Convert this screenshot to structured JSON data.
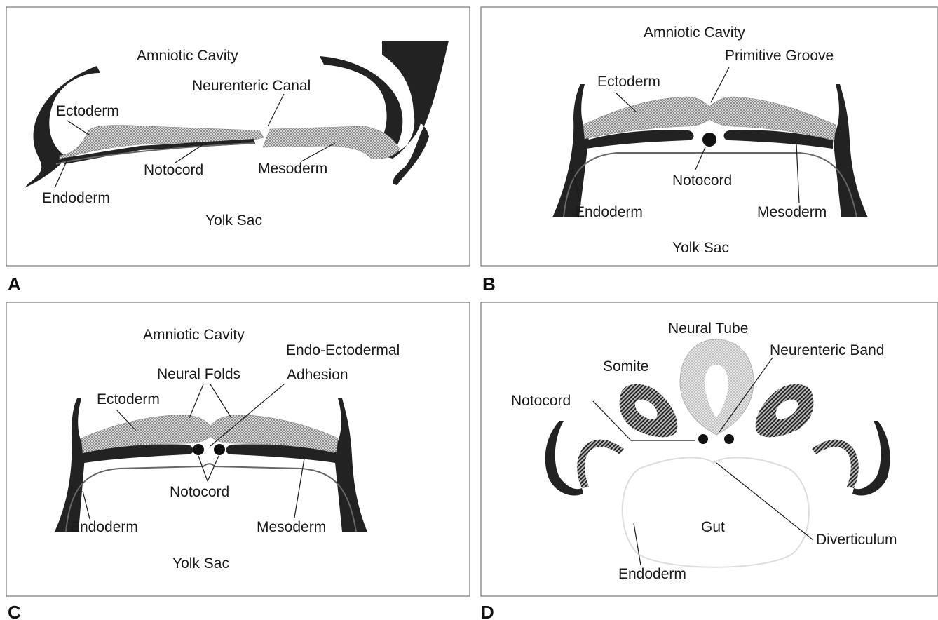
{
  "panels": {
    "a": {
      "letter": "A",
      "labels": {
        "amniotic_cavity": "Amniotic Cavity",
        "neurenteric_canal": "Neurenteric Canal",
        "ectoderm": "Ectoderm",
        "notocord": "Notocord",
        "mesoderm": "Mesoderm",
        "endoderm": "Endoderm",
        "yolk_sac": "Yolk Sac"
      }
    },
    "b": {
      "letter": "B",
      "labels": {
        "amniotic_cavity": "Amniotic Cavity",
        "primitive_groove": "Primitive Groove",
        "ectoderm": "Ectoderm",
        "notocord": "Notocord",
        "endoderm": "Endoderm",
        "mesoderm": "Mesoderm",
        "yolk_sac": "Yolk Sac"
      }
    },
    "c": {
      "letter": "C",
      "labels": {
        "amniotic_cavity": "Amniotic Cavity",
        "endo_ectodermal_1": "Endo-Ectodermal",
        "endo_ectodermal_2": "Adhesion",
        "neural_folds": "Neural Folds",
        "ectoderm": "Ectoderm",
        "notocord": "Notocord",
        "endoderm": "Endoderm",
        "mesoderm": "Mesoderm",
        "yolk_sac": "Yolk Sac"
      }
    },
    "d": {
      "letter": "D",
      "labels": {
        "neural_tube": "Neural Tube",
        "neurenteric_band": "Neurenteric Band",
        "somite": "Somite",
        "notocord": "Notocord",
        "gut": "Gut",
        "diverticulum": "Diverticulum",
        "endoderm": "Endoderm"
      }
    }
  }
}
